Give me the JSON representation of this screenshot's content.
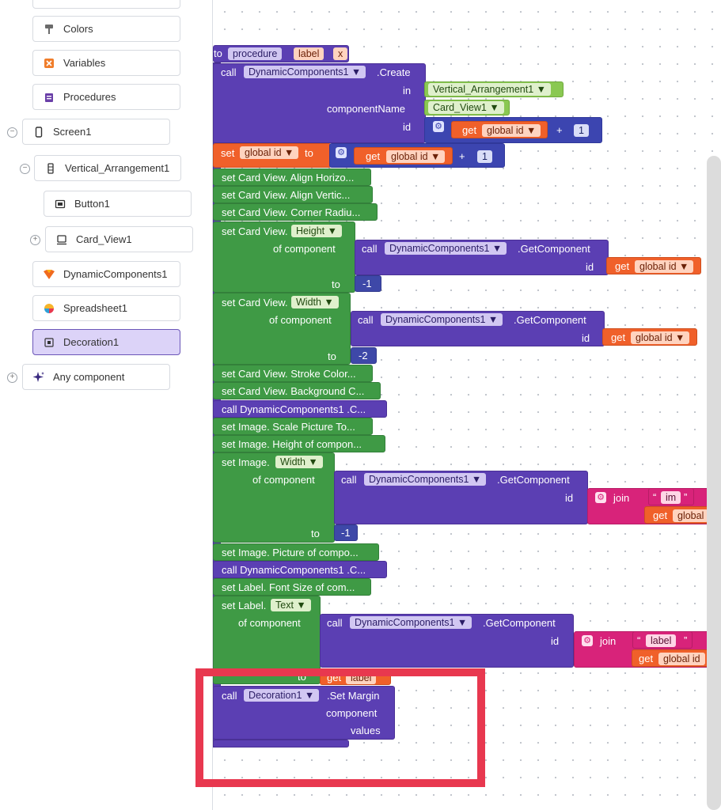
{
  "sidebar": {
    "items": [
      {
        "label": "Colors",
        "icon": "paint-roller-icon"
      },
      {
        "label": "Variables",
        "icon": "variables-icon"
      },
      {
        "label": "Procedures",
        "icon": "procedures-icon"
      },
      {
        "label": "Screen1",
        "icon": "phone-icon",
        "toggle": "−"
      },
      {
        "label": "Vertical_Arrangement1",
        "icon": "vertical-arrangement-icon",
        "toggle": "−"
      },
      {
        "label": "Button1",
        "icon": "button-icon"
      },
      {
        "label": "Card_View1",
        "icon": "card-view-icon",
        "toggle": "+"
      },
      {
        "label": "DynamicComponents1",
        "icon": "dynamic-components-icon"
      },
      {
        "label": "Spreadsheet1",
        "icon": "spreadsheet-icon"
      },
      {
        "label": "Decoration1",
        "icon": "decoration-icon",
        "selected": true
      },
      {
        "label": "Any component",
        "icon": "sparkle-icon",
        "toggle": "+"
      }
    ]
  },
  "blocks": {
    "proc": {
      "to": "to",
      "name": "procedure",
      "param": "label",
      "x": "x"
    },
    "create": {
      "call": "call",
      "comp": "DynamicComponents1 ▼",
      "method": ".Create",
      "in": "in",
      "in_val": "Vertical_Arrangement1 ▼",
      "cn": "componentName",
      "cn_val": "Card_View1 ▼",
      "id": "id",
      "get": "get",
      "var": "global id ▼",
      "plus": "+",
      "one": "1"
    },
    "setvar": {
      "set": "set",
      "var": "global id ▼",
      "to": "to",
      "get": "get",
      "var2": "global id ▼",
      "plus": "+",
      "one": "1"
    },
    "cv_align_h": "set Card View. Align Horizo...",
    "cv_align_v": "set Card View. Align Vertic...",
    "cv_corner": "set Card View. Corner Radiu...",
    "cv_height": {
      "set": "set Card View.",
      "prop": "Height ▼",
      "of": "of component",
      "call": "call",
      "comp": "DynamicComponents1 ▼",
      "method": ".GetComponent",
      "id": "id",
      "get": "get",
      "var": "global id ▼",
      "to": "to",
      "val": "-1"
    },
    "cv_width": {
      "set": "set Card View.",
      "prop": "Width ▼",
      "of": "of component",
      "call": "call",
      "comp": "DynamicComponents1 ▼",
      "method": ".GetComponent",
      "id": "id",
      "get": "get",
      "var": "global id ▼",
      "to": "to",
      "val": "-2"
    },
    "cv_stroke": "set Card View. Stroke Color...",
    "cv_bg": "set Card View. Background C...",
    "call_dc": "call  DynamicComponents1 .C...",
    "img_scale": "set Image. Scale Picture To...",
    "img_height": "set Image. Height of compon...",
    "img_width": {
      "set": "set Image.",
      "prop": "Width ▼",
      "of": "of component",
      "call": "call",
      "comp": "DynamicComponents1 ▼",
      "method": ".GetComponent",
      "id": "id",
      "join": "join",
      "str": "im",
      "get": "get",
      "var": "global",
      "to": "to",
      "val": "-1"
    },
    "img_picture": "set Image. Picture of compo...",
    "call_dc2": "call  DynamicComponents1 .C...",
    "lbl_font": "set Label. Font Size of com...",
    "lbl_text": {
      "set": "set Label.",
      "prop": "Text ▼",
      "of": "of component",
      "call": "call",
      "comp": "DynamicComponents1 ▼",
      "method": ".GetComponent",
      "id": "id",
      "join": "join",
      "str": "label",
      "get": "get",
      "var": "global id",
      "to": "to",
      "get2": "get",
      "var2": "label"
    },
    "margin": {
      "call": "call",
      "comp": "Decoration1 ▼",
      "method": ".Set Margin",
      "component": "component",
      "values": "values"
    }
  }
}
